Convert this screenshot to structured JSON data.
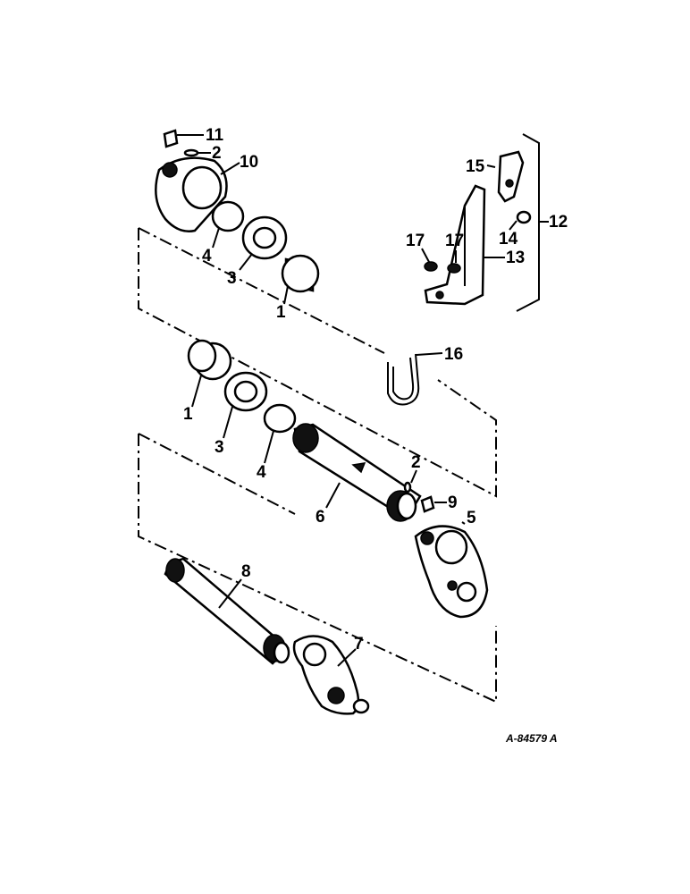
{
  "diagram": {
    "catalog_number": "A-84579 A",
    "callouts": {
      "c1_upper": "1",
      "c1_lower": "1",
      "c2_upper": "2",
      "c2_lower": "2",
      "c3_upper": "3",
      "c3_lower": "3",
      "c4_upper": "4",
      "c4_lower": "4",
      "c5": "5",
      "c6": "6",
      "c7": "7",
      "c8": "8",
      "c9": "9",
      "c10": "10",
      "c11": "11",
      "c12": "12",
      "c13": "13",
      "c14": "14",
      "c15": "15",
      "c16": "16",
      "c17_left": "17",
      "c17_right": "17"
    }
  }
}
